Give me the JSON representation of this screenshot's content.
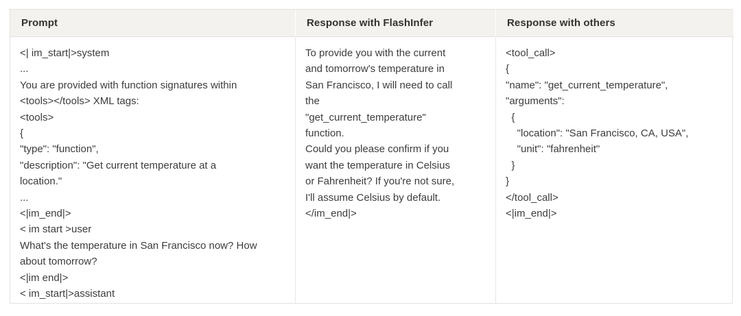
{
  "table": {
    "columns": [
      {
        "header": "Prompt",
        "body": "<| im_start|>system\n...\nYou are provided with function signatures within\n<tools></tools> XML tags:\n<tools>\n{\n\"type\": \"function\",\n\"description\": \"Get current temperature at a\nlocation.\"\n...\n<|im_end|>\n< im start >user\nWhat's the temperature in San Francisco now? How\nabout tomorrow?\n<|im end|>\n< im_start|>assistant"
      },
      {
        "header": "Response with FlashInfer",
        "body": "To provide you with the current\nand tomorrow's temperature in\nSan Francisco, I will need to call\nthe\n\"get_current_temperature\"\nfunction.\nCould you please confirm if you\nwant the temperature in Celsius\nor Fahrenheit? If you're not sure,\nI'll assume Celsius by default.\n</im_end|>"
      },
      {
        "header": "Response with others",
        "body": "<tool_call>\n{\n\"name\": \"get_current_temperature\",\n\"arguments\":\n  {\n    \"location\": \"San Francisco, CA, USA\",\n    \"unit\": \"fahrenheit\"\n  }\n}\n</tool_call>\n<|im_end|>"
      }
    ]
  },
  "colors": {
    "header_background": "#f4f2ee",
    "border": "#e4e2de",
    "text": "#3c3c3c",
    "header_text": "#34332f",
    "page_background": "#ffffff"
  }
}
